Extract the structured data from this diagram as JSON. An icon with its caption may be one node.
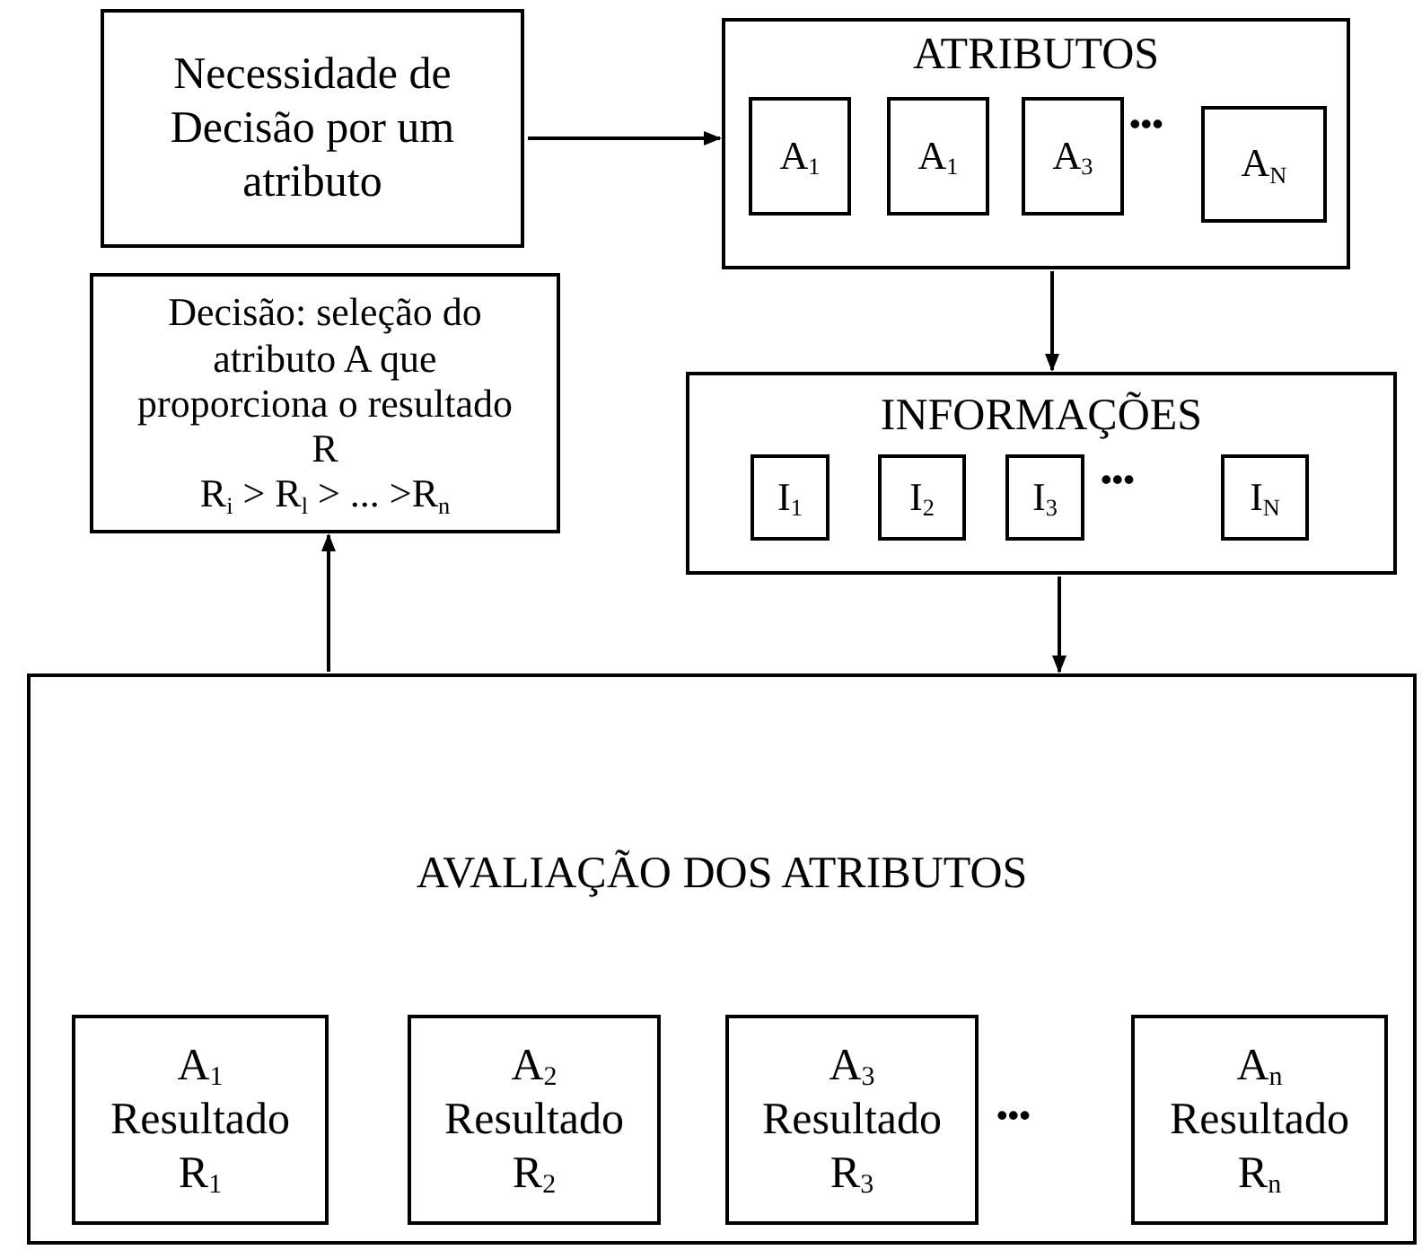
{
  "diagram": {
    "nodes": [
      {
        "text": [
          "Necessidade de Decisão por um atributo"
        ]
      },
      {
        "text": [
          "ATRIBUTOS"
        ]
      },
      {
        "text": [
          "A$_{1}$"
        ],
        "in": 1
      },
      {
        "text": [
          "A$_{1}$"
        ],
        "in": 1
      },
      {
        "text": [
          "A$_{3}$"
        ],
        "in": 1
      },
      {
        "text": [
          "A$_{N}$"
        ],
        "in": 1
      },
      {
        "text": [
          "Decisão: seleção do atributo A que proporciona o resultado R",
          "R$_{i}$ > R$_{l}$ > ... >R$_{n}$"
        ]
      },
      {
        "text": [
          "INFORMAÇÕES"
        ]
      },
      {
        "text": [
          "I$_{1}$"
        ],
        "in": 7
      },
      {
        "text": [
          "I$_{2}$"
        ],
        "in": 7
      },
      {
        "text": [
          "I$_{3}$"
        ],
        "in": 7
      },
      {
        "text": [
          "I$_{N}$"
        ],
        "in": 7
      },
      {
        "text": [
          "AVALIAÇÃO DOS ATRIBUTOS"
        ]
      },
      {
        "text": [
          "A$_{1}$",
          "Resultado",
          "R$_{1}$"
        ],
        "in": 12
      },
      {
        "text": [
          "A$_{2}$",
          "Resultado",
          "R$_{2}$"
        ],
        "in": 12
      },
      {
        "text": [
          "A$_{3}$",
          "Resultado",
          "R$_{3}$"
        ],
        "in": 12
      },
      {
        "text": [
          "A$_{n}$",
          "Resultado",
          "R$_{n}$"
        ],
        "in": 12
      }
    ],
    "edges": [
      {
        "from": 0,
        "to": 1,
        "arrow": "to"
      },
      {
        "from": 1,
        "to": 7,
        "arrow": "to"
      },
      {
        "from": 7,
        "to": 12,
        "arrow": "to"
      },
      {
        "from": 12,
        "to": 6,
        "arrow": "to"
      }
    ],
    "labels": [
      "•••",
      "•••",
      "•••"
    ]
  }
}
